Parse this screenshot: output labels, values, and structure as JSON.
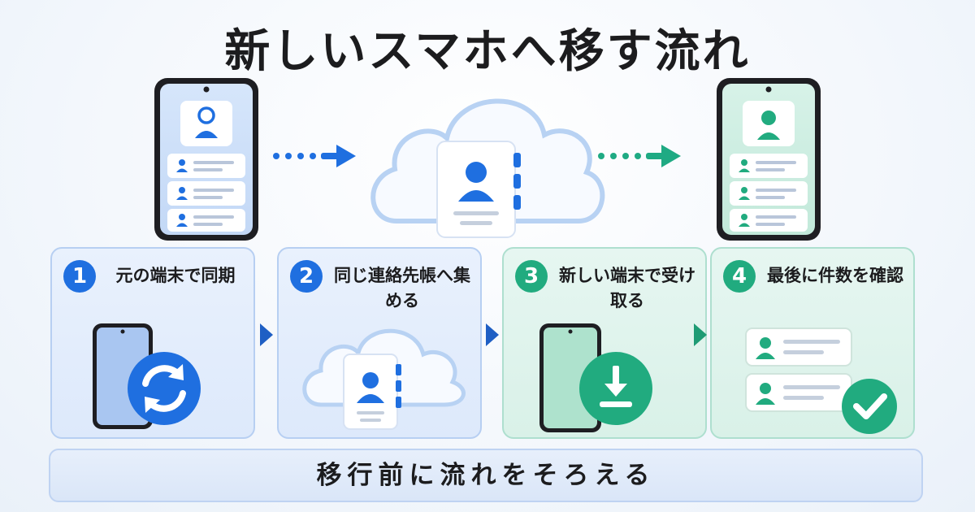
{
  "title": "新しいスマホへ移す流れ",
  "steps": [
    {
      "number": "1",
      "label": "元の端末で同期"
    },
    {
      "number": "2",
      "label": "同じ連絡先帳へ集める"
    },
    {
      "number": "3",
      "label": "新しい端末で受け取る"
    },
    {
      "number": "4",
      "label": "最後に件数を確認"
    }
  ],
  "footer": "移行前に流れをそろえる",
  "colors": {
    "blue": "#1f6fe0",
    "green": "#21ab7f"
  }
}
